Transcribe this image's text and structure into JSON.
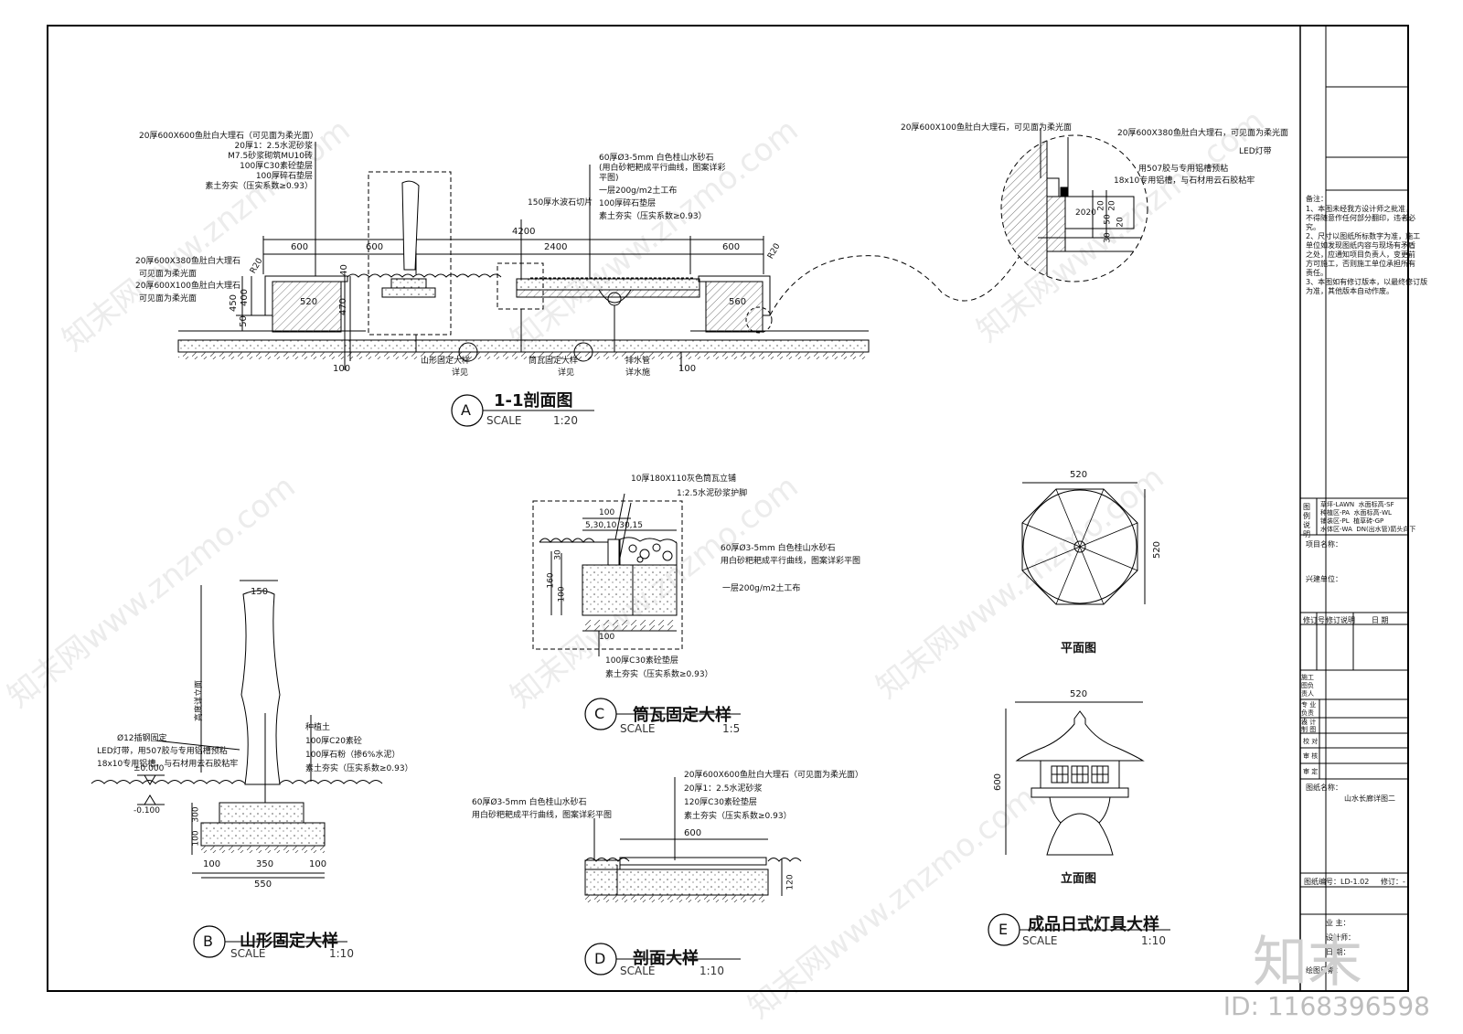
{
  "section_a": {
    "title": "1-1剖面图",
    "scale_label": "SCALE",
    "scale": "1:20",
    "letter": "A",
    "left_notes": [
      "20厚600X600鱼肚白大理石（可见面为柔光面）",
      "20厚1：2.5水泥砂浆",
      "M7.5砂浆砌筑MU10砖",
      "100厚C30素砼垫层",
      "100厚碎石垫层",
      "素土夯实（压实系数≥0.93）"
    ],
    "left_label1": "20厚600X380鱼肚白大理石",
    "left_label1b": "可见面为柔光面",
    "left_label2": "20厚600X100鱼肚白大理石",
    "left_label2b": "可见面为柔光面",
    "mid_notes": [
      "60厚Ø3-5mm 白色桂山水砂石",
      "(用白砂粑耙成平行曲线，图案详彩",
      "平图)",
      "一层200g/m2土工布",
      "100厚碎石垫层",
      "素土夯实（压实系数≥0.93）"
    ],
    "stone_cut": "150厚水波石切片",
    "dims_top": [
      "600",
      "600",
      "2400",
      "600"
    ],
    "dim_4200": "4200",
    "dim_520": "520",
    "dim_560": "560",
    "dim_450": "450",
    "dim_400": "400",
    "dim_50": "50",
    "dim_470": "470",
    "dim_40": "40",
    "dim_100": "100",
    "r20a": "R20",
    "r20b": "R20",
    "callout_b": "山形固定大样",
    "callout_b2": "详见",
    "callout_c": "筒瓦固定大样",
    "callout_c2": "详见",
    "drain": "排水管",
    "drain2": "详水施"
  },
  "detail_edge": {
    "label1": "20厚600X100鱼肚白大理石，可见面为柔光面",
    "label2": "20厚600X380鱼肚白大理石，可见面为柔光面",
    "label3": "LED灯带",
    "label4": "用507胶与专用铝槽预粘",
    "label5": "18x10专用铝槽，与石材用云石胶粘牢",
    "d1": "20",
    "d2": "20",
    "d3": "2020",
    "d4": "50",
    "d5": "20",
    "d6": "30"
  },
  "detail_c": {
    "title": "筒瓦固定大样",
    "scale_label": "SCALE",
    "scale": "1:5",
    "letter": "C",
    "n1": "10厚180X110灰色筒瓦立铺",
    "n2": "1:2.5水泥砂浆护脚",
    "n3": "60厚Ø3-5mm 白色桂山水砂石",
    "n4": "用白砂粑耙成平行曲线，图案详彩平图",
    "n5": "一层200g/m2土工布",
    "n6": "100厚C30素砼垫层",
    "n7": "素土夯实（压实系数≥0.93）",
    "d100": "100",
    "dsmall": "5,30,10,30,15",
    "d160": "160",
    "d100v": "100",
    "d100b": "100",
    "d30": "30"
  },
  "detail_b": {
    "title": "山形固定大样",
    "scale_label": "SCALE",
    "scale": "1:10",
    "letter": "B",
    "d150": "150",
    "vlabel": "高度详立面",
    "n1": "Ø12插钢固定",
    "n2": "LED灯带，用507胶与专用铝槽预粘",
    "n3": "18x10专用铝槽，与石材用云石胶粘牢",
    "r1": "种植土",
    "r2": "100厚C20素砼",
    "r3": "100厚石粉（掺6%水泥）",
    "r4": "素土夯实（压实系数≥0.93）",
    "level1": "±0.000",
    "level2": "-0.100",
    "d300": "300",
    "d100": "100",
    "dims": [
      "100",
      "350",
      "100"
    ],
    "d550": "550"
  },
  "detail_d": {
    "title": "剖面大样",
    "scale_label": "SCALE",
    "scale": "1:10",
    "letter": "D",
    "n1": "20厚600X600鱼肚白大理石（可见面为柔光面）",
    "n2": "20厚1：2.5水泥砂浆",
    "n3": "120厚C30素砼垫层",
    "n4": "素土夯实（压实系数≥0.93）",
    "l1": "60厚Ø3-5mm 白色桂山水砂石",
    "l2": "用白砂粑耙成平行曲线，图案详彩平图",
    "d600": "600",
    "d120": "120"
  },
  "detail_e": {
    "title": "成品日式灯具大样",
    "scale_label": "SCALE",
    "scale": "1:10",
    "letter": "E",
    "plan": "平面图",
    "elev": "立面图",
    "d520a": "520",
    "d520b": "520",
    "d520c": "520",
    "d600": "600"
  },
  "title_block": {
    "notes_head": "备注：",
    "notes": [
      "1、本图未经我方设计师之批准，",
      "不得随意作任何部分翻印，违者必",
      "究。",
      "2、尺寸以图纸所标数字为准，施工",
      "单位如发现图纸内容与现场有矛盾",
      "之处，应通知项目负责人，变更前",
      "方可施工，否则施工单位承担所有",
      "责任。",
      "3、本图如有修订版本，以最终修订版",
      "为准，其他版本自动作废。"
    ],
    "legend_head": "图例说明",
    "legend": [
      "草坪-LAWN",
      "水面标高-SF",
      "种植区-PA",
      "水面标高-WL",
      "铺装区-PL",
      "植草砖-GP",
      "水体区-WA",
      "DN(出水管)箭头向下"
    ],
    "project": "项目名称：",
    "client": "兴建单位：",
    "rev": "修订号",
    "rev_desc": "修订说明",
    "date": "日 期",
    "roles": [
      "施工图负责人",
      "专 业负责人",
      "设 计制 图",
      "校 对",
      "审 核",
      "审 定"
    ],
    "drawing_name": "图纸名称：",
    "drawing_name_val": "山水长廊详图二",
    "drawing_no": "图纸编号：LD-1.02",
    "revision": "修订：-",
    "b1": "业 主：",
    "b2": "设计师：",
    "b3": "日 期：",
    "b4": "绘图日期："
  },
  "watermark": {
    "brand": "知末",
    "id": "ID: 1168396598",
    "diag": "知末网www.znzmo.com"
  }
}
